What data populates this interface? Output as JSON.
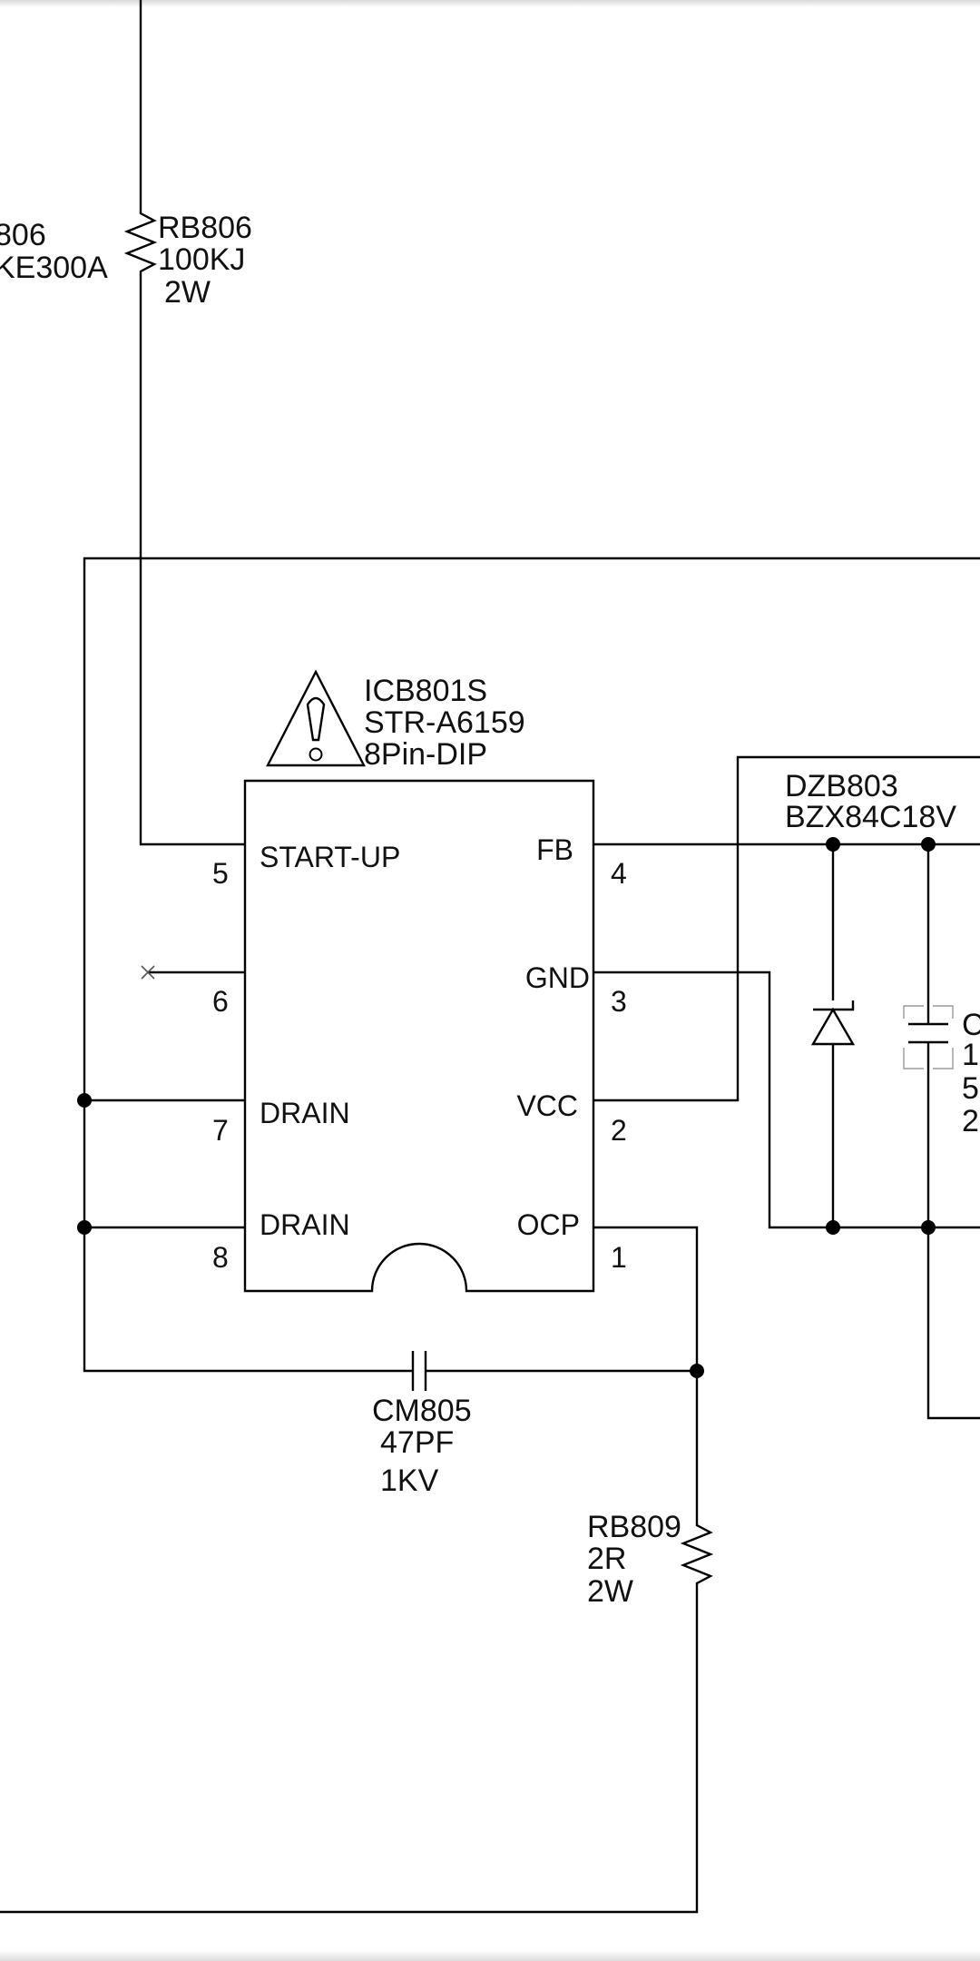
{
  "ic": {
    "designator": "ICB801S",
    "part": "STR-A6159",
    "package": "8Pin-DIP",
    "pins": {
      "p5": {
        "num": "5",
        "name": "START-UP"
      },
      "p6": {
        "num": "6",
        "name": ""
      },
      "p7": {
        "num": "7",
        "name": "DRAIN"
      },
      "p8": {
        "num": "8",
        "name": "DRAIN"
      },
      "p4": {
        "num": "4",
        "name": "FB"
      },
      "p3": {
        "num": "3",
        "name": "GND"
      },
      "p2": {
        "num": "2",
        "name": "VCC"
      },
      "p1": {
        "num": "1",
        "name": "OCP"
      }
    }
  },
  "rb806": {
    "ref": "RB806",
    "value": "100KJ",
    "rating": "2W"
  },
  "left_cut": {
    "line1": "806",
    "line2": "KE300A"
  },
  "dzb803": {
    "ref": "DZB803",
    "part": "BZX84C18V"
  },
  "cut_cap": {
    "line1": "C",
    "line2": "1",
    "line3": "5",
    "line4": "2"
  },
  "cm805": {
    "ref": "CM805",
    "value": "47PF",
    "rating": "1KV"
  },
  "rb809": {
    "ref": "RB809",
    "value": "2R",
    "rating": "2W"
  },
  "colors": {
    "ink": "#000000",
    "background": "#ffffff"
  },
  "icons": {
    "warning": "warning-triangle-icon"
  }
}
